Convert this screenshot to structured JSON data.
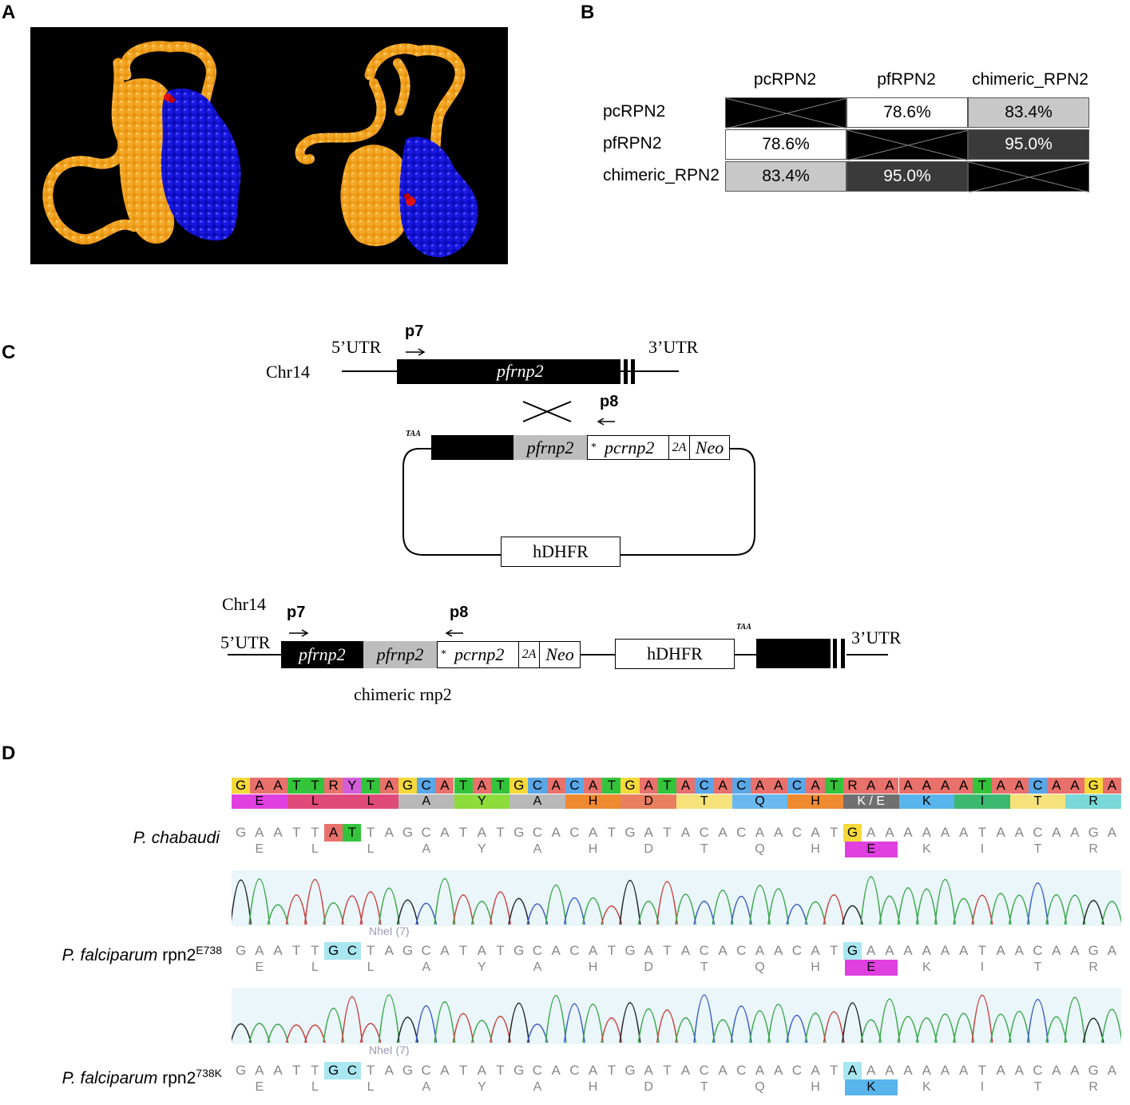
{
  "panels": {
    "a": "A",
    "b": "B",
    "c": "C",
    "d": "D"
  },
  "panel_b": {
    "columns": [
      "pcRPN2",
      "pfRPN2",
      "chimeric_RPN2"
    ],
    "rows": [
      {
        "name": "pcRPN2",
        "cells": [
          "",
          "78.6%",
          "83.4%"
        ]
      },
      {
        "name": "pfRPN2",
        "cells": [
          "78.6%",
          "",
          "95.0%"
        ]
      },
      {
        "name": "chimeric_RPN2",
        "cells": [
          "83.4%",
          "95.0%",
          ""
        ]
      }
    ]
  },
  "panel_c": {
    "chr14_top": "Chr14",
    "utr5_top": "5’UTR",
    "utr3_top": "3’UTR",
    "gene_top": "pfrnp2",
    "p7_top": "p7",
    "p8_top": "p8",
    "taa_top": "TAA",
    "plasmid_pfrnp2": "pfrnp2",
    "plasmid_star": "*",
    "plasmid_pcrnp2": "pcrnp2",
    "plasmid_2a": "2A",
    "plasmid_neo": "Neo",
    "plasmid_hdhfr": "hDHFR",
    "chr14_bottom": "Chr14",
    "utr5_bottom": "5’UTR",
    "utr3_bottom": "3’UTR",
    "p7_bottom": "p7",
    "p8_bottom": "p8",
    "taa_bottom": "TAA",
    "b_pfrnp2_black": "pfrnp2",
    "b_pfrnp2_grey": "pfrnp2",
    "b_star": "*",
    "b_pcrnp2": "pcrnp2",
    "b_2a": "2A",
    "b_neo": "Neo",
    "b_hdhfr": "hDHFR",
    "chimeric": "chimeric rnp2"
  },
  "panel_d": {
    "consensus_nt": [
      "G",
      "A",
      "A",
      "T",
      "T",
      "R",
      "Y",
      "T",
      "A",
      "G",
      "C",
      "A",
      "T",
      "A",
      "T",
      "G",
      "C",
      "A",
      "C",
      "A",
      "T",
      "G",
      "A",
      "T",
      "A",
      "C",
      "A",
      "C",
      "A",
      "A",
      "C",
      "A",
      "T",
      "R",
      "A",
      "A",
      "A",
      "A",
      "A",
      "A",
      "T",
      "A",
      "A",
      "C",
      "A",
      "A",
      "G",
      "A"
    ],
    "consensus_aa": [
      "E",
      "L",
      "L",
      "A",
      "Y",
      "A",
      "H",
      "D",
      "T",
      "Q",
      "H",
      "K / E",
      "K",
      "I",
      "T",
      "R"
    ],
    "rows": [
      {
        "species": "P. chabaudi",
        "suffix": "",
        "sup": "",
        "nt": [
          "G",
          "A",
          "A",
          "T",
          "T",
          "A",
          "T",
          "T",
          "A",
          "G",
          "C",
          "A",
          "T",
          "A",
          "T",
          "G",
          "C",
          "A",
          "C",
          "A",
          "T",
          "G",
          "A",
          "T",
          "A",
          "C",
          "A",
          "C",
          "A",
          "A",
          "C",
          "A",
          "T",
          "G",
          "A",
          "A",
          "A",
          "A",
          "A",
          "A",
          "T",
          "A",
          "A",
          "C",
          "A",
          "A",
          "G",
          "A"
        ],
        "aa": [
          "E",
          "L",
          "L",
          "A",
          "Y",
          "A",
          "H",
          "D",
          "T",
          "Q",
          "H",
          "E",
          "K",
          "I",
          "T",
          "R"
        ]
      },
      {
        "species": "P. falciparum",
        "suffix": " rpn2",
        "sup": "E738",
        "nt": [
          "G",
          "A",
          "A",
          "T",
          "T",
          "G",
          "C",
          "T",
          "A",
          "G",
          "C",
          "A",
          "T",
          "A",
          "T",
          "G",
          "C",
          "A",
          "C",
          "A",
          "T",
          "G",
          "A",
          "T",
          "A",
          "C",
          "A",
          "C",
          "A",
          "A",
          "C",
          "A",
          "T",
          "G",
          "A",
          "A",
          "A",
          "A",
          "A",
          "A",
          "T",
          "A",
          "A",
          "C",
          "A",
          "A",
          "G",
          "A"
        ],
        "aa": [
          "E",
          "L",
          "L",
          "A",
          "Y",
          "A",
          "H",
          "D",
          "T",
          "Q",
          "H",
          "E",
          "K",
          "I",
          "T",
          "R"
        ]
      },
      {
        "species": "P. falciparum",
        "suffix": " rpn2",
        "sup": "738K",
        "nt": [
          "G",
          "A",
          "A",
          "T",
          "T",
          "G",
          "C",
          "T",
          "A",
          "G",
          "C",
          "A",
          "T",
          "A",
          "T",
          "G",
          "C",
          "A",
          "C",
          "A",
          "T",
          "G",
          "A",
          "T",
          "A",
          "C",
          "A",
          "C",
          "A",
          "A",
          "C",
          "A",
          "T",
          "A",
          "A",
          "A",
          "A",
          "A",
          "A",
          "A",
          "T",
          "A",
          "A",
          "C",
          "A",
          "A",
          "G",
          "A"
        ],
        "aa": [
          "E",
          "L",
          "L",
          "A",
          "Y",
          "A",
          "H",
          "D",
          "T",
          "Q",
          "H",
          "K",
          "K",
          "I",
          "T",
          "R"
        ]
      }
    ],
    "nhe1": "NheI (7)",
    "colors": {
      "A": "#e8716b",
      "T": "#34c43c",
      "G": "#f5d93a",
      "C": "#5aa7e8",
      "R": "#e8716b",
      "Y": "#d25fd9",
      "E": "#e040e0",
      "L": "#e04a7a",
      "A_aa": "#b8b8b8",
      "Y_aa": "#8ddc3c",
      "H": "#f08a30",
      "D": "#e88060",
      "T_aa": "#f5e27a",
      "Q": "#6ab8f0",
      "K": "#5ab4ec",
      "I": "#3cb870",
      "R_aa": "#7ad8d8",
      "KE": "#707070"
    }
  }
}
